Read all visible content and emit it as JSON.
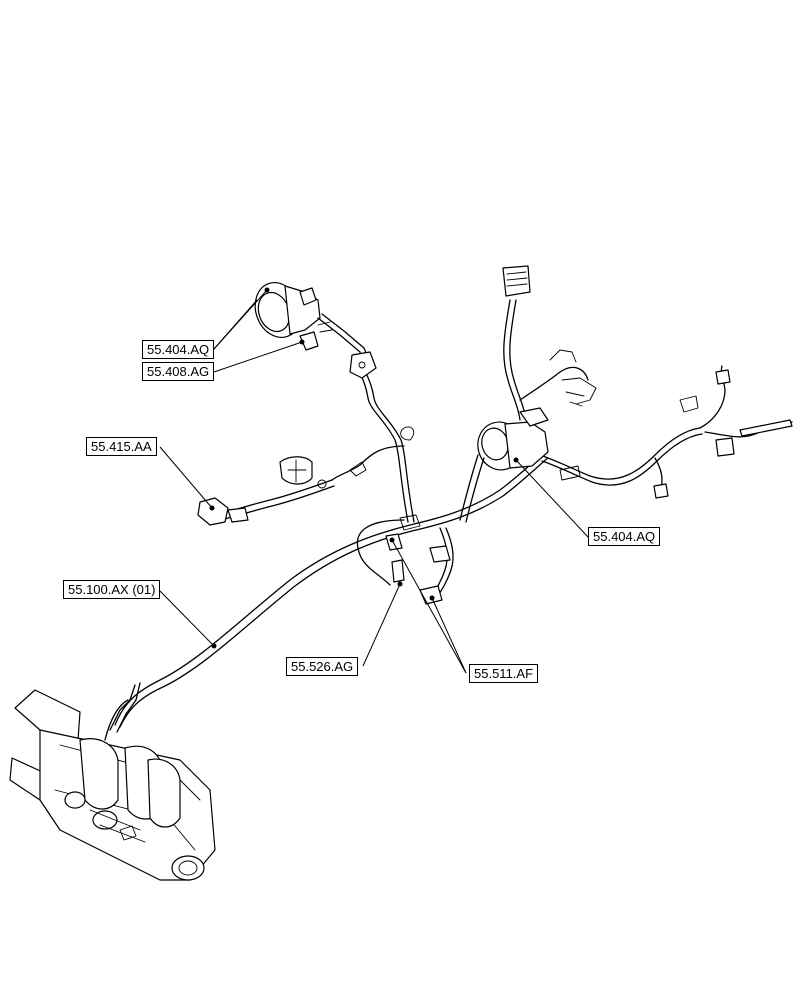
{
  "callouts": [
    {
      "id": "c1",
      "label": "55.404.AQ"
    },
    {
      "id": "c2",
      "label": "55.408.AG"
    },
    {
      "id": "c3",
      "label": "55.415.AA"
    },
    {
      "id": "c4",
      "label": "55.100.AX (01)"
    },
    {
      "id": "c5",
      "label": "55.404.AQ"
    },
    {
      "id": "c6",
      "label": "55.526.AG"
    },
    {
      "id": "c7",
      "label": "55.511.AF"
    }
  ]
}
